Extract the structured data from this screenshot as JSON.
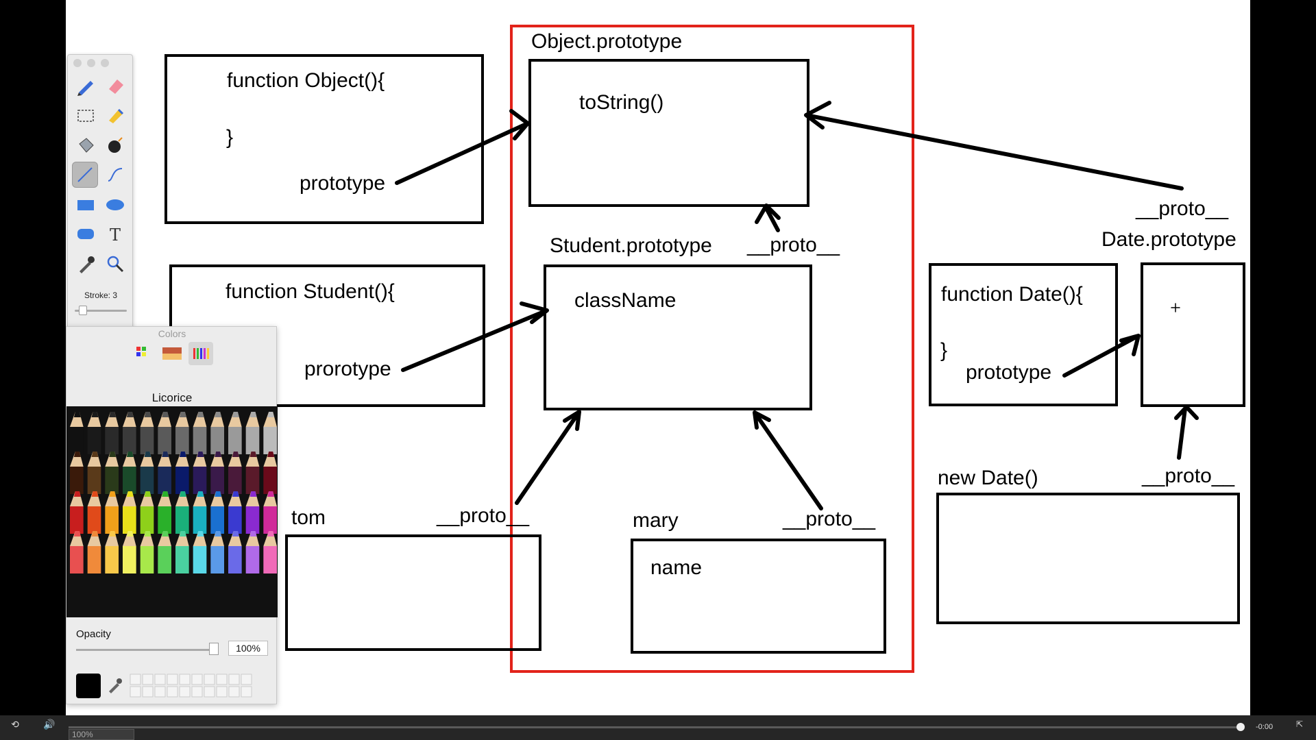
{
  "diagram": {
    "object_fn": {
      "line1": "function Object(){",
      "line2": "}",
      "prop": "prototype"
    },
    "object_proto": {
      "title": "Object.prototype",
      "method": "toString()"
    },
    "student_fn": {
      "line1": "function Student(){",
      "prop": "prorotype"
    },
    "student_proto": {
      "title": "Student.prototype",
      "member": "className",
      "proto_label": "__proto__"
    },
    "tom": {
      "name": "tom",
      "proto_label": "__proto__"
    },
    "mary": {
      "name": "mary",
      "proto_label": "__proto__",
      "member": "name"
    },
    "date_fn": {
      "line1": "function Date(){",
      "line2": "}",
      "prop": "prototype"
    },
    "date_proto": {
      "title": "Date.prototype",
      "proto_label": "__proto__"
    },
    "new_date": {
      "title": "new Date()",
      "proto_label": "__proto__"
    },
    "colors": {
      "highlight": "#e2231a",
      "ink": "#000000"
    }
  },
  "toolbar": {
    "stroke_label": "Stroke: 3",
    "tools": [
      "pencil-icon",
      "eraser-icon",
      "rect-select-icon",
      "lasso-icon",
      "fill-bucket-icon",
      "bomb-icon",
      "line-icon",
      "curve-icon",
      "rectangle-icon",
      "ellipse-icon",
      "rounded-rect-icon",
      "text-icon",
      "eyedropper-icon",
      "magnifier-icon"
    ],
    "selected_tool": "line-icon"
  },
  "colors_panel": {
    "title": "Colors",
    "color_name": "Licorice",
    "opacity_label": "Opacity",
    "opacity_value": "100%",
    "current_color": "#000000"
  },
  "player": {
    "time": "-0:00",
    "zoom": "100%"
  }
}
